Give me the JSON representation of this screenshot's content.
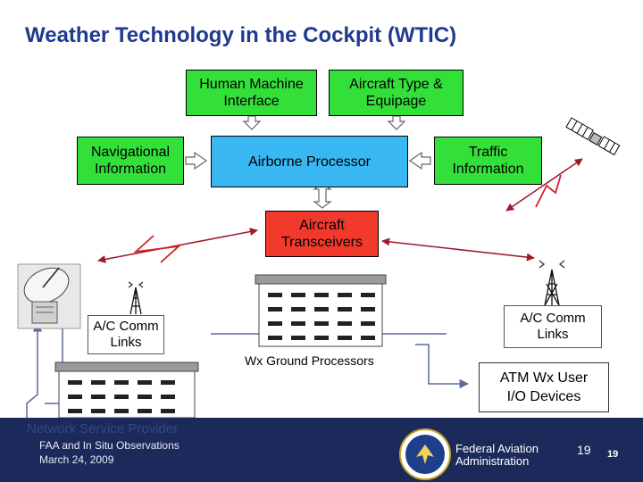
{
  "title": "Weather Technology in the Cockpit (WTIC)",
  "boxes": {
    "hmi": [
      "Human Machine",
      "Interface"
    ],
    "aircraft_type": [
      "Aircraft Type &",
      "Equipage"
    ],
    "nav": [
      "Navigational",
      "Information"
    ],
    "processor": "Airborne Processor",
    "traffic": [
      "Traffic",
      "Information"
    ],
    "transceivers": [
      "Aircraft",
      "Transceivers"
    ],
    "comm_left": [
      "A/C Comm",
      "Links"
    ],
    "comm_right": [
      "A/C Comm",
      "Links"
    ],
    "wx_ground": "Wx Ground Processors",
    "atm": [
      "ATM Wx User",
      "I/O Devices"
    ]
  },
  "footer": {
    "provider": "Network Service Provider",
    "line1": "FAA and In Situ Observations",
    "date": "March 24, 2009",
    "agency": [
      "Federal Aviation",
      "Administration"
    ],
    "page_a": "19",
    "page_b": "19"
  },
  "colors": {
    "title": "#1f3a8f",
    "green": "#33e03a",
    "blue": "#38b7f2",
    "red": "#f23a2c",
    "footer": "#1b2a5a"
  }
}
